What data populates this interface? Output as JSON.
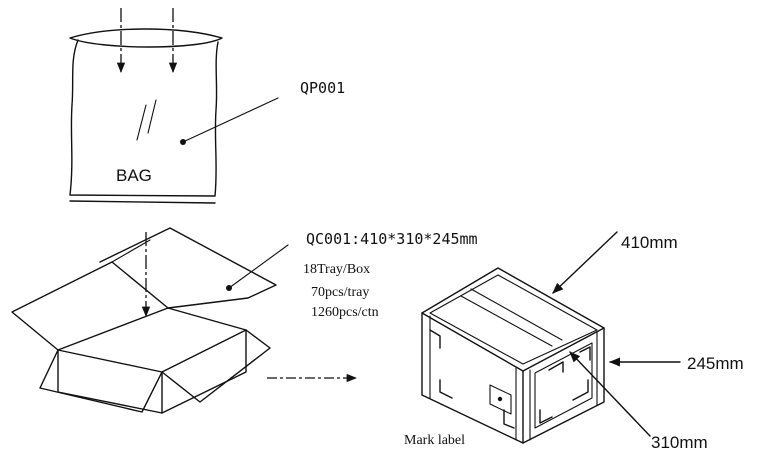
{
  "bag": {
    "label": "BAG",
    "code": "QP001"
  },
  "carton": {
    "code": "QC001:410*310*245mm",
    "tray_per_box": "18Tray/Box",
    "pcs_per_tray": "70pcs/tray",
    "pcs_per_carton": "1260pcs/ctn"
  },
  "box_dims": {
    "length": "410mm",
    "height": "245mm",
    "width": "310mm",
    "mark_label": "Mark label"
  }
}
